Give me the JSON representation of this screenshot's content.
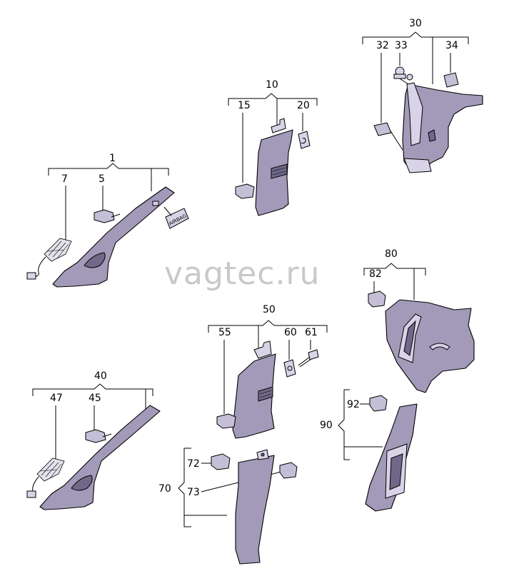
{
  "watermark": "vagtec.ru",
  "airbag_label": "AIRBAG",
  "callouts": {
    "c1": "1",
    "c5": "5",
    "c7": "7",
    "c10": "10",
    "c15": "15",
    "c20": "20",
    "c30": "30",
    "c32": "32",
    "c33": "33",
    "c34": "34",
    "c40": "40",
    "c45": "45",
    "c47": "47",
    "c50": "50",
    "c55": "55",
    "c60": "60",
    "c61": "61",
    "c70": "70",
    "c72": "72",
    "c73": "73",
    "c80": "80",
    "c82": "82",
    "c90": "90",
    "c92": "92"
  }
}
